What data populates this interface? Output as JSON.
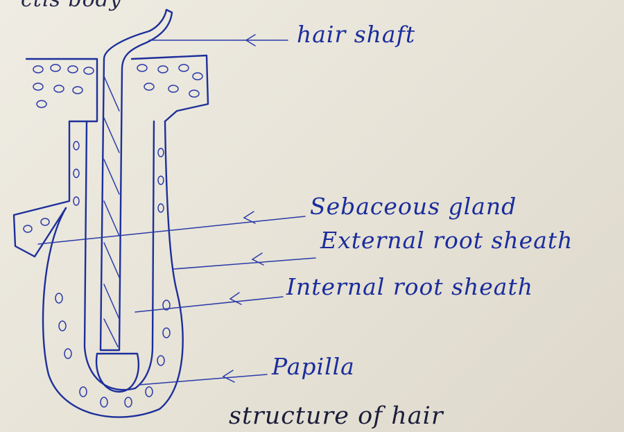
{
  "labels": {
    "hair_shaft": "hair shaft",
    "sebaceous_gland": "Sebaceous gland",
    "external_root_sheath": "External root sheath",
    "internal_root_sheath": "Internal root sheath",
    "papilla": "Papilla",
    "caption": "structure of hair",
    "top_text": "ctis body"
  },
  "colors": {
    "ink": "#1d2f9a",
    "paper": "#e9e5da",
    "caption_ink": "#1b1d3a"
  }
}
